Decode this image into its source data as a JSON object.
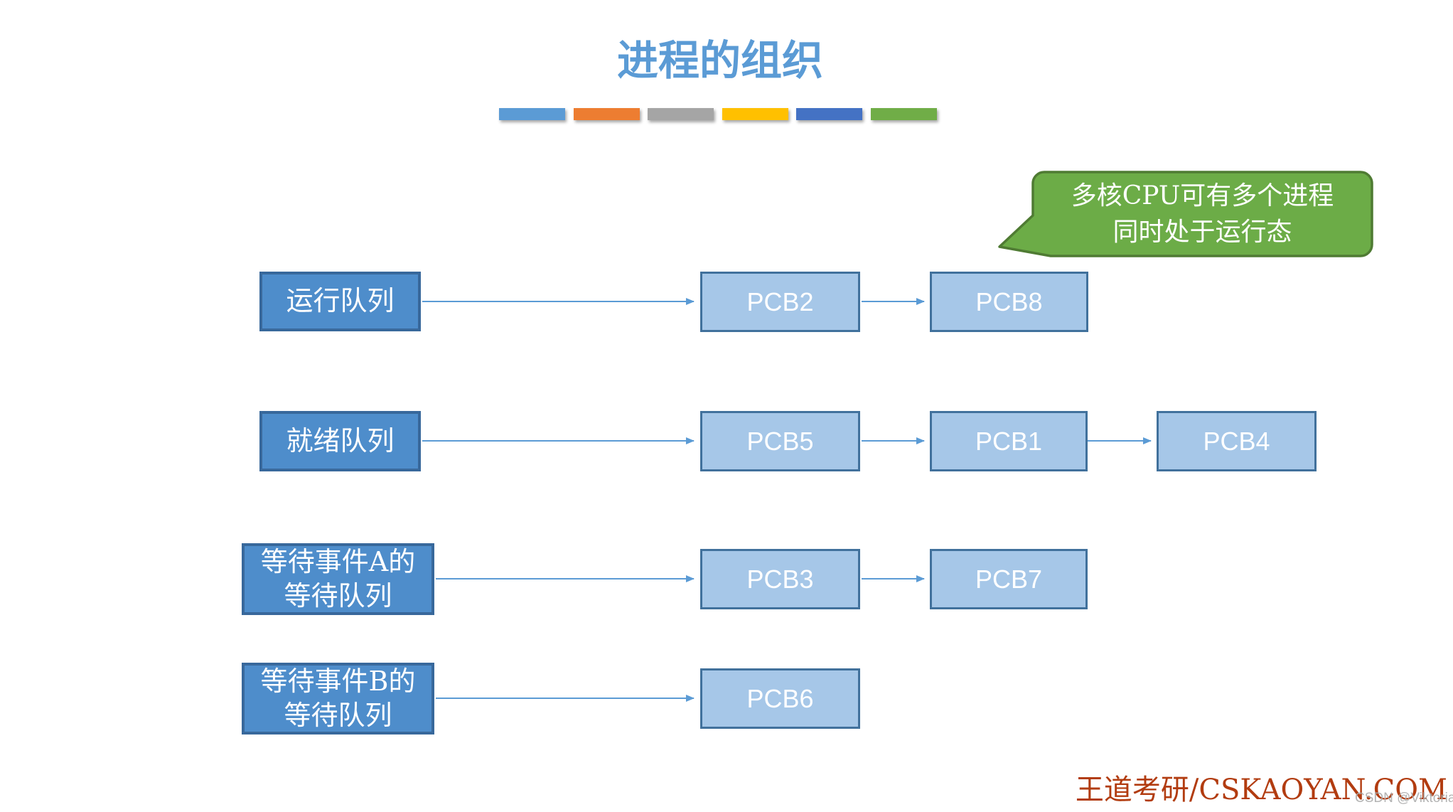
{
  "slide": {
    "title": "进程的组织",
    "accent_bar_colors": [
      "#5B9BD5",
      "#ED7D31",
      "#A5A5A5",
      "#FFC000",
      "#4472C4",
      "#70AD47"
    ],
    "callout": {
      "line1": "多核CPU可有多个进程",
      "line2": "同时处于运行态"
    },
    "rows": [
      {
        "queue": {
          "line1": "运行队列",
          "line2": ""
        },
        "pcbs": [
          "PCB2",
          "PCB8"
        ]
      },
      {
        "queue": {
          "line1": "就绪队列",
          "line2": ""
        },
        "pcbs": [
          "PCB5",
          "PCB1",
          "PCB4"
        ]
      },
      {
        "queue": {
          "line1": "等待事件A的",
          "line2": "等待队列"
        },
        "pcbs": [
          "PCB3",
          "PCB7"
        ]
      },
      {
        "queue": {
          "line1": "等待事件B的",
          "line2": "等待队列"
        },
        "pcbs": [
          "PCB6"
        ]
      }
    ],
    "footer": {
      "brand": "王道考研/CSKAOYAN.COM",
      "watermark": "CSDN @Viktoriae"
    },
    "colors": {
      "title": "#5B9BD5",
      "queue_fill": "#4E8DCB",
      "queue_border": "#38689B",
      "pcb_fill": "#A6C7E8",
      "pcb_border": "#41719C",
      "arrow": "#5B9BD5",
      "callout_fill": "#6CAC47",
      "callout_border": "#4F7B33",
      "brand_red": "#B23C10",
      "watermark_gray": "#ABABAB"
    }
  }
}
